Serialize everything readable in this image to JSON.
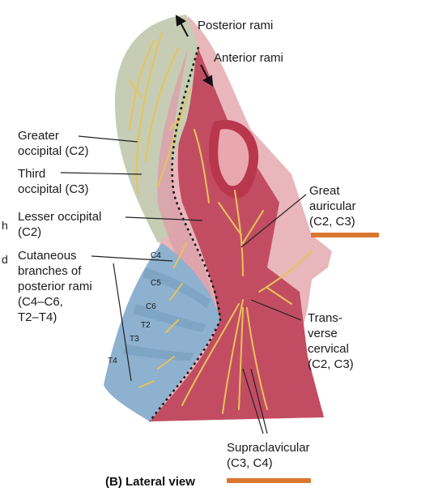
{
  "figure": {
    "caption": "(B) Lateral view",
    "rami": {
      "posterior": "Posterior rami",
      "anterior": "Anterior rami"
    },
    "left_labels": {
      "greater_occipital": [
        "Greater",
        "occipital (C2)"
      ],
      "third_occipital": [
        "Third",
        "occipital (C3)"
      ],
      "lesser_occipital": [
        "Lesser occipital",
        "(C2)"
      ],
      "cutaneous": [
        "Cutaneous",
        "branches of",
        "posterior rami",
        "(C4–C6,",
        "T2–T4)"
      ]
    },
    "right_labels": {
      "great_auricular": [
        "Great",
        "auricular",
        "(C2, C3)"
      ],
      "transverse_cervical": [
        "Trans-",
        "verse",
        "cervical",
        "(C2, C3)"
      ],
      "supraclavicular": [
        "Supraclavicular",
        "(C3, C4)"
      ]
    },
    "segments": [
      "C4",
      "C5",
      "C6",
      "T2",
      "T3",
      "T4"
    ],
    "edge_text": [
      "h",
      "d"
    ],
    "colors": {
      "posterior_region": "#c8cfb6",
      "anterior_region": "#c34d62",
      "face_region": "#e7b0b6",
      "dermatome_blue": "#8fb2cf",
      "nerve": "#e7c35a",
      "highlight_bar": "#d9772f"
    }
  }
}
